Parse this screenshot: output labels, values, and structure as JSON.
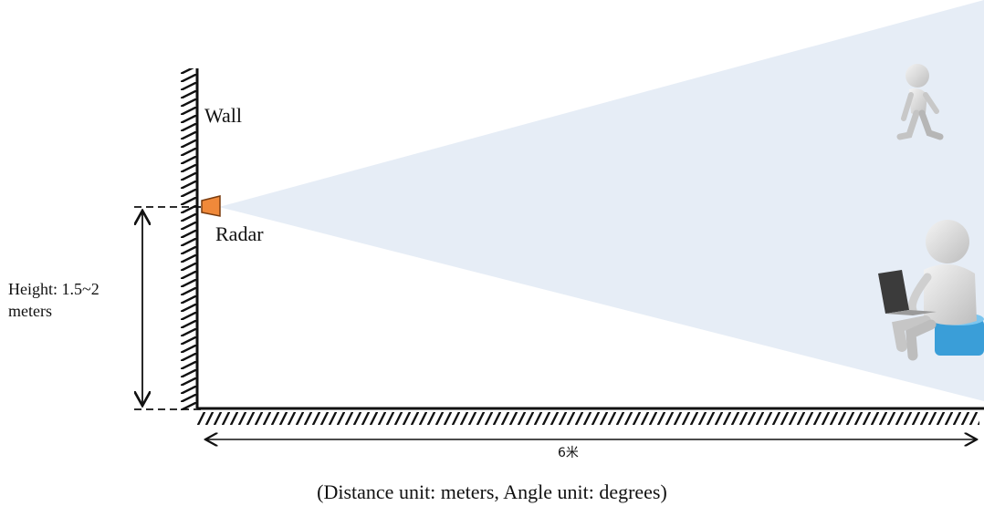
{
  "labels": {
    "wall": "Wall",
    "radar": "Radar",
    "height_line1": "Height: 1.5~2",
    "height_line2": "meters",
    "distance": "6米",
    "caption": "(Distance unit: meters, Angle unit: degrees)"
  },
  "colors": {
    "coverage_cone": "#e6edf6",
    "radar": "#f0893a",
    "radar_outline": "#7a3c0f",
    "hatch": "#111111",
    "stool": "#3a9ed8",
    "figure": "#d9d9d9"
  },
  "icons": {
    "walking_person": "walking-person-icon",
    "seated_person": "person-with-laptop-icon"
  }
}
